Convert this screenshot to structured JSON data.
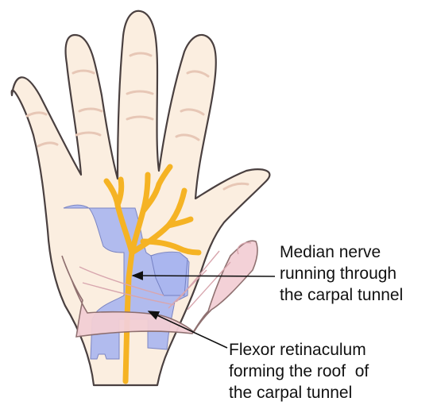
{
  "labels": {
    "median_nerve": [
      "Median nerve",
      "running through",
      "the carpal tunnel"
    ],
    "flexor_retinaculum": [
      "Flexor retinaculum",
      "forming the roof  of",
      "the carpal tunnel"
    ]
  },
  "colors": {
    "skin": "#fbeee0",
    "outline": "#4a4040",
    "crease": "#e7c7b6",
    "nerve": "#f5b324",
    "nerve_edge": "#c98a10",
    "tendon_sheath": "#aab6f0",
    "retinaculum": "#f3cfd5",
    "retinaculum_edge": "#8a6a6a",
    "pointer_line": "#111111"
  }
}
